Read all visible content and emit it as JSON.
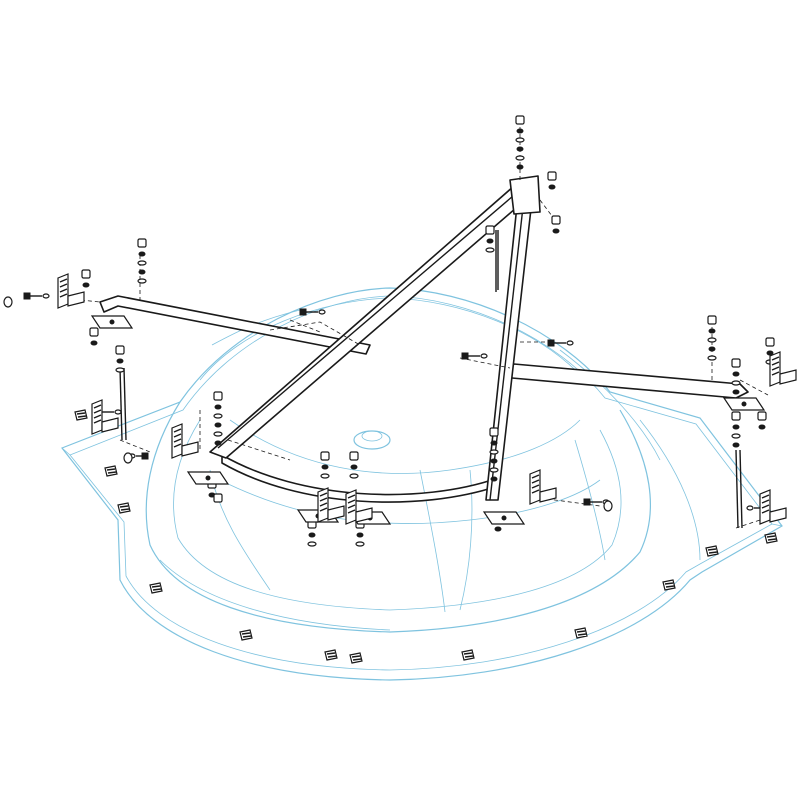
{
  "colors": {
    "tub_outline": "#7fc3df",
    "frame_outline": "#1a1a1a",
    "background": "#ffffff"
  },
  "components": [
    "bathtub-shell",
    "support-frame",
    "leveling-feet",
    "mounting-brackets",
    "fasteners"
  ]
}
